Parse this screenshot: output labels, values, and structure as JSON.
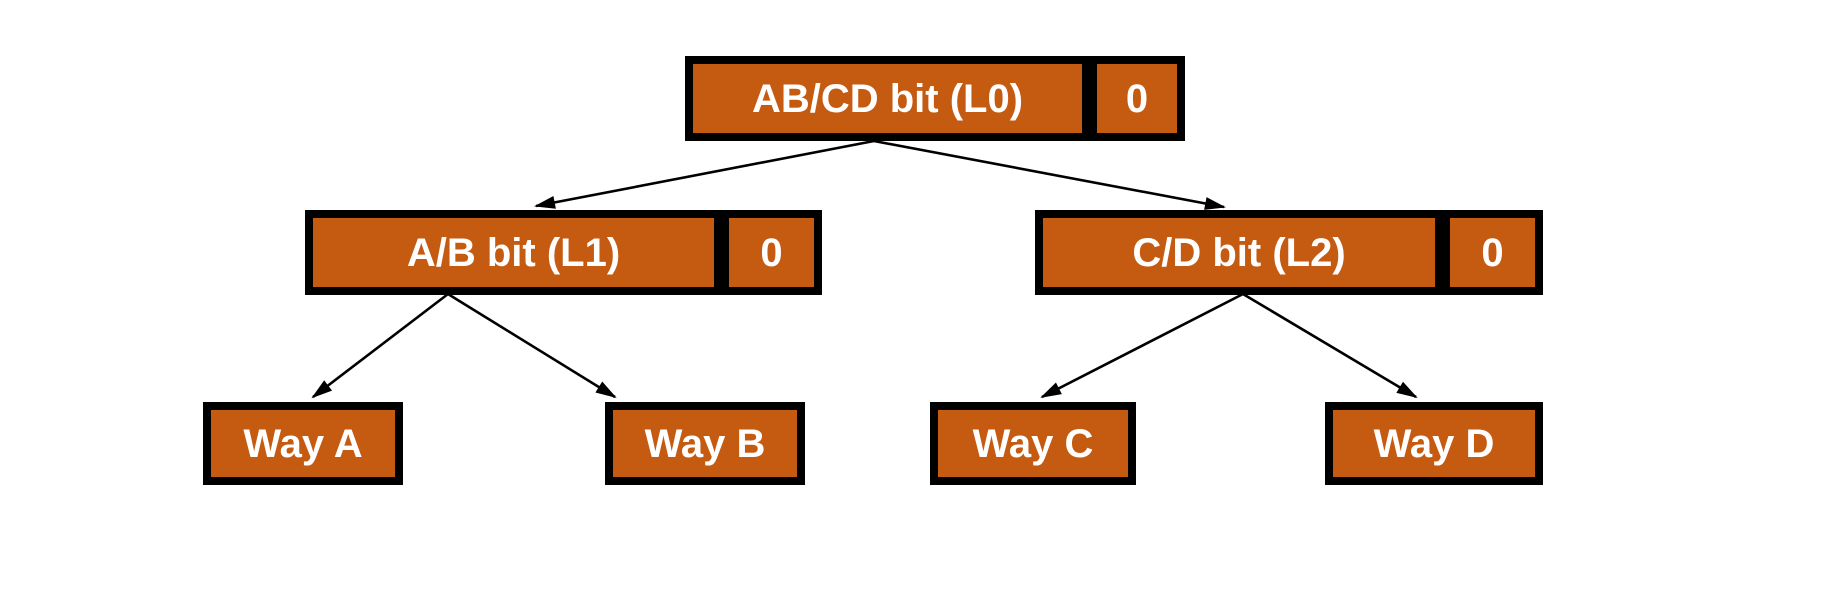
{
  "colors": {
    "node_fill": "#C55A11",
    "node_border": "#000000",
    "node_text": "#FFFFFF",
    "arrow": "#000000",
    "background": "#FFFFFF"
  },
  "tree": {
    "root": {
      "label": "AB/CD bit (L0)",
      "value": "0"
    },
    "left": {
      "label": "A/B bit (L1)",
      "value": "0"
    },
    "right": {
      "label": "C/D bit (L2)",
      "value": "0"
    },
    "leaves": [
      {
        "label": "Way A"
      },
      {
        "label": "Way B"
      },
      {
        "label": "Way C"
      },
      {
        "label": "Way D"
      }
    ],
    "edges": [
      {
        "from": "root",
        "to": "left"
      },
      {
        "from": "root",
        "to": "right"
      },
      {
        "from": "left",
        "to": "way-a"
      },
      {
        "from": "left",
        "to": "way-b"
      },
      {
        "from": "right",
        "to": "way-c"
      },
      {
        "from": "right",
        "to": "way-d"
      }
    ]
  }
}
